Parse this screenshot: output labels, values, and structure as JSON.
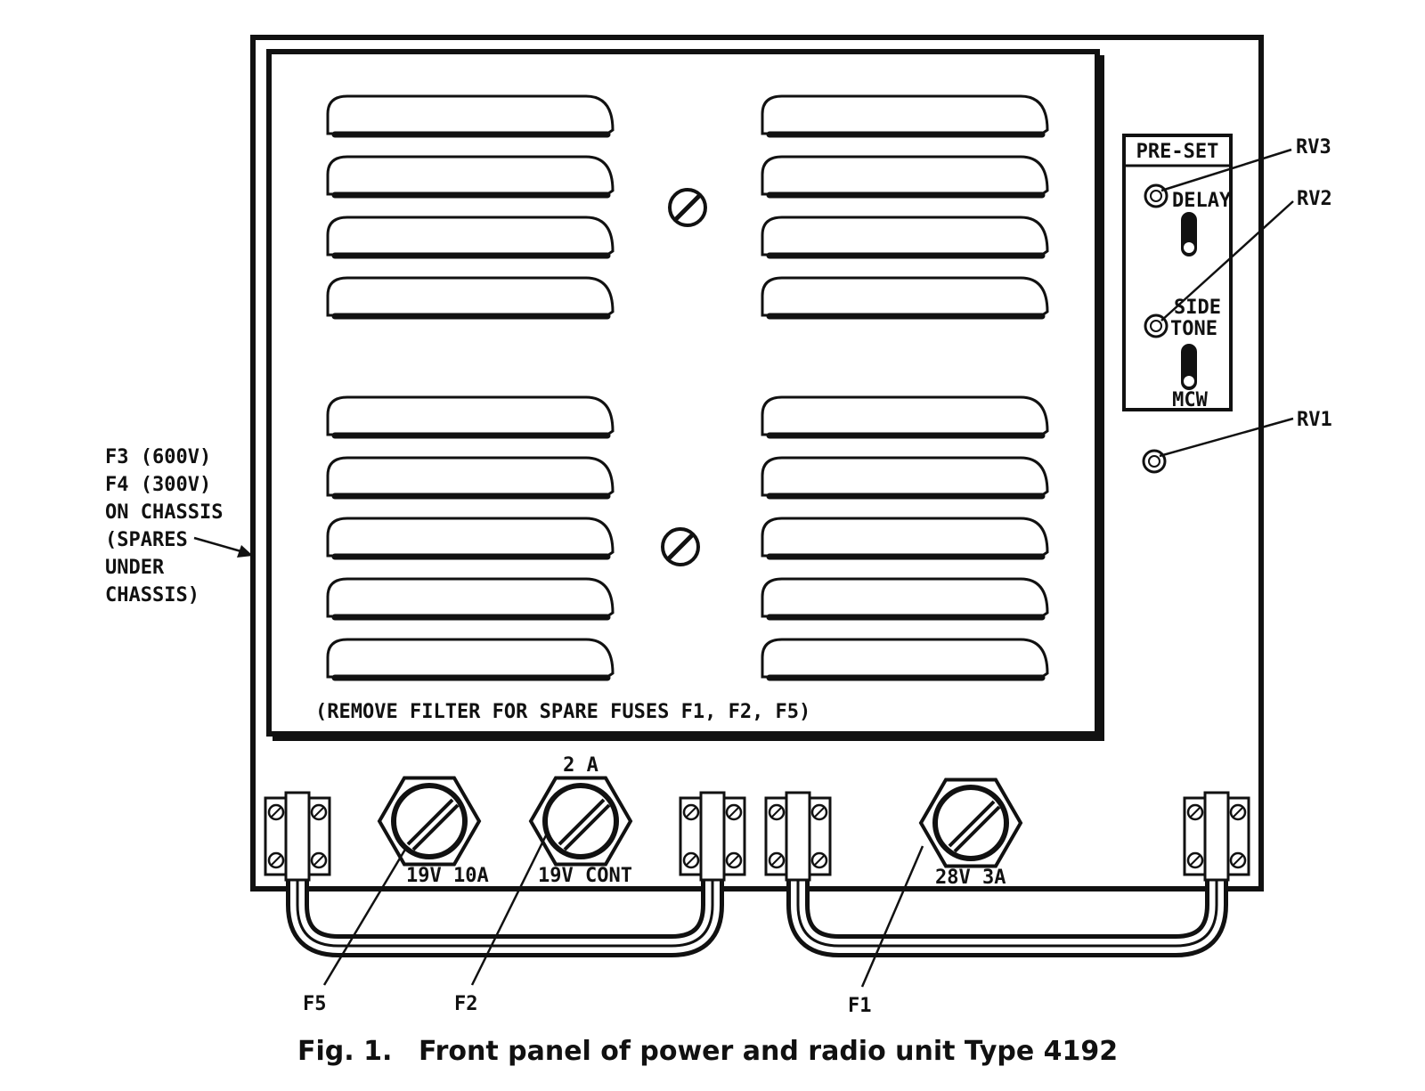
{
  "filter_note": "(REMOVE FILTER FOR SPARE FUSES F1, F2, F5)",
  "preset": {
    "title": "PRE-SET",
    "delay": "DELAY",
    "side": "SIDE",
    "tone": "TONE",
    "mcw": "MCW"
  },
  "callouts": {
    "rv3": "RV3",
    "rv2": "RV2",
    "rv1": "RV1",
    "f5": "F5",
    "f2": "F2",
    "f1": "F1"
  },
  "fuse_labels": {
    "f5_rating": "19V 10A",
    "f2_top": "2 A",
    "f2_rating": "19V CONT",
    "f1_rating": "28V 3A"
  },
  "chassis_note": [
    "F3  (600V)",
    "F4  (300V)",
    "ON CHASSIS",
    "(SPARES",
    "UNDER",
    "CHASSIS)"
  ],
  "caption": {
    "fig": "Fig. 1.",
    "text": "Front panel of power and radio unit Type 4192"
  }
}
